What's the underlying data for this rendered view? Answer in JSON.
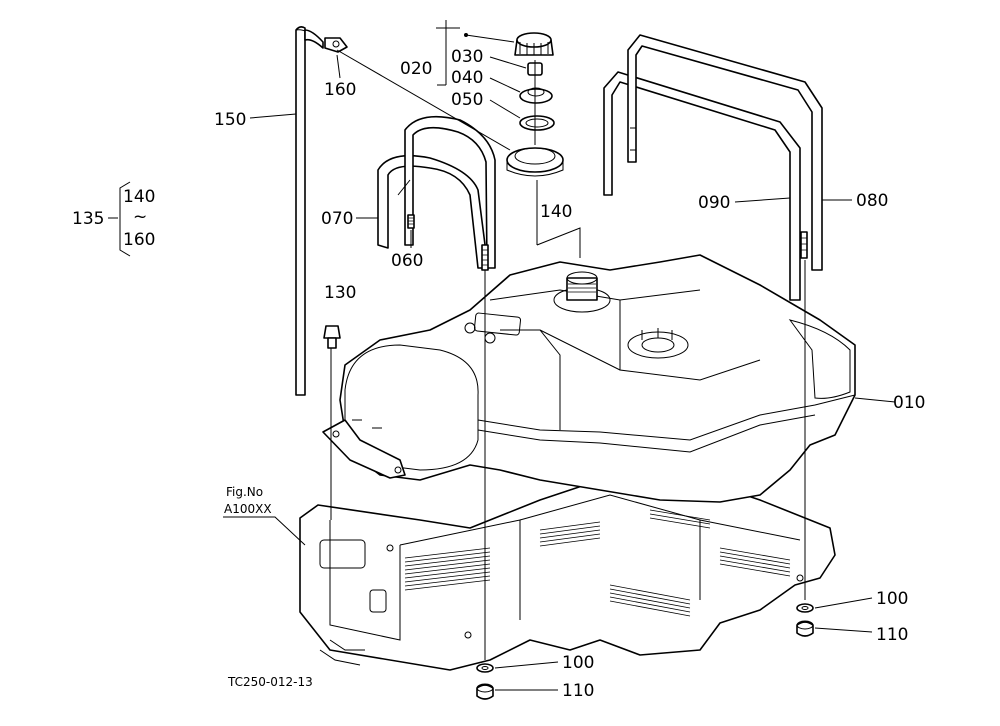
{
  "diagram": {
    "part_numbers": {
      "p010": "010",
      "p020": "020",
      "p030": "030",
      "p040": "040",
      "p050": "050",
      "p060": "060",
      "p070": "070",
      "p080": "080",
      "p090": "090",
      "p100a": "100",
      "p100b": "100",
      "p110a": "110",
      "p110b": "110",
      "p130": "130",
      "p135": "135",
      "p140": "140",
      "p150": "150",
      "p160": "160",
      "range_from": "140",
      "range_tilde": "~",
      "range_to": "160"
    },
    "figure_ref_label": "Fig.No",
    "figure_ref_value": "A100XX",
    "drawing_code": "TC250-012-13"
  }
}
